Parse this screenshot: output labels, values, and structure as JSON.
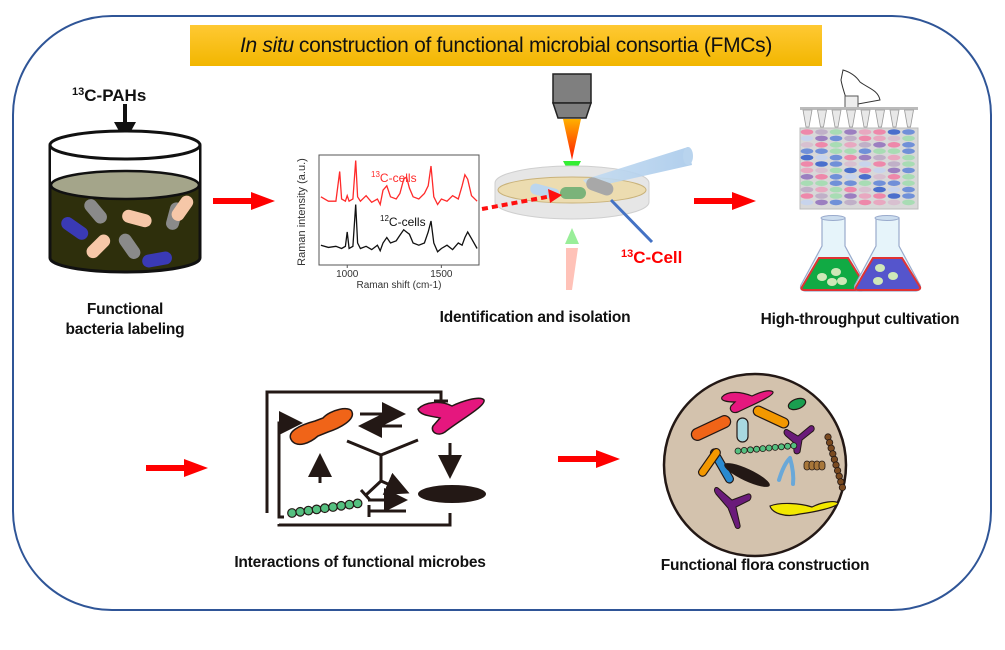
{
  "title": {
    "italic_part": "In situ",
    "rest": "construction of functional microbial consortia (FMCs)"
  },
  "steps": {
    "labeling": {
      "input_label_sup": "13",
      "input_label": "C-PAHs",
      "caption_line1": "Functional",
      "caption_line2": "bacteria labeling"
    },
    "identification": {
      "caption": "Identification and isolation",
      "cell_label_sup": "13",
      "cell_label": "C-Cell"
    },
    "cultivation": {
      "caption": "High-throughput cultivation"
    },
    "interactions": {
      "caption": "Interactions of functional microbes"
    },
    "flora": {
      "caption": "Functional flora construction"
    }
  },
  "chart_data": {
    "type": "line",
    "title": "",
    "xlabel": "Raman shift (cm-1)",
    "ylabel": "Raman intensity (a.u.)",
    "xlim": [
      850,
      1700
    ],
    "x_ticks": [
      1000,
      1500
    ],
    "x_tick_labels": [
      "1000",
      "1500"
    ],
    "series": [
      {
        "name": "13C-cells",
        "sup": "13",
        "label": "C-cells",
        "color": "#ff2a2a",
        "x": [
          860,
          900,
          940,
          960,
          970,
          990,
          1000,
          1010,
          1030,
          1045,
          1055,
          1070,
          1100,
          1130,
          1160,
          1175,
          1190,
          1210,
          1230,
          1260,
          1280,
          1300,
          1315,
          1330,
          1350,
          1380,
          1410,
          1430,
          1445,
          1460,
          1480,
          1500,
          1530,
          1560,
          1590,
          1610,
          1625,
          1640,
          1660,
          1690
        ],
        "y": [
          0.62,
          0.58,
          0.58,
          0.85,
          0.6,
          0.58,
          0.63,
          0.58,
          0.6,
          0.95,
          0.62,
          0.58,
          0.63,
          0.57,
          0.6,
          0.55,
          0.68,
          0.72,
          0.62,
          0.6,
          0.65,
          0.78,
          0.8,
          0.7,
          0.62,
          0.6,
          0.65,
          0.72,
          0.9,
          0.62,
          0.55,
          0.6,
          0.58,
          0.63,
          0.6,
          0.72,
          0.82,
          0.78,
          0.63,
          0.58
        ]
      },
      {
        "name": "12C-cells",
        "sup": "12",
        "label": "C-cells",
        "color": "#111111",
        "x": [
          860,
          900,
          940,
          970,
          990,
          1000,
          1010,
          1030,
          1045,
          1055,
          1070,
          1100,
          1130,
          1160,
          1175,
          1190,
          1210,
          1230,
          1260,
          1280,
          1300,
          1315,
          1330,
          1350,
          1380,
          1410,
          1430,
          1445,
          1460,
          1480,
          1500,
          1530,
          1560,
          1590,
          1610,
          1625,
          1640,
          1660,
          1690
        ],
        "y": [
          0.18,
          0.16,
          0.17,
          0.15,
          0.17,
          0.3,
          0.15,
          0.17,
          0.55,
          0.2,
          0.15,
          0.17,
          0.14,
          0.18,
          0.13,
          0.2,
          0.25,
          0.2,
          0.22,
          0.27,
          0.32,
          0.3,
          0.28,
          0.2,
          0.18,
          0.2,
          0.3,
          0.4,
          0.2,
          0.12,
          0.15,
          0.18,
          0.14,
          0.2,
          0.18,
          0.25,
          0.3,
          0.24,
          0.15
        ]
      }
    ],
    "legend": "inline"
  }
}
